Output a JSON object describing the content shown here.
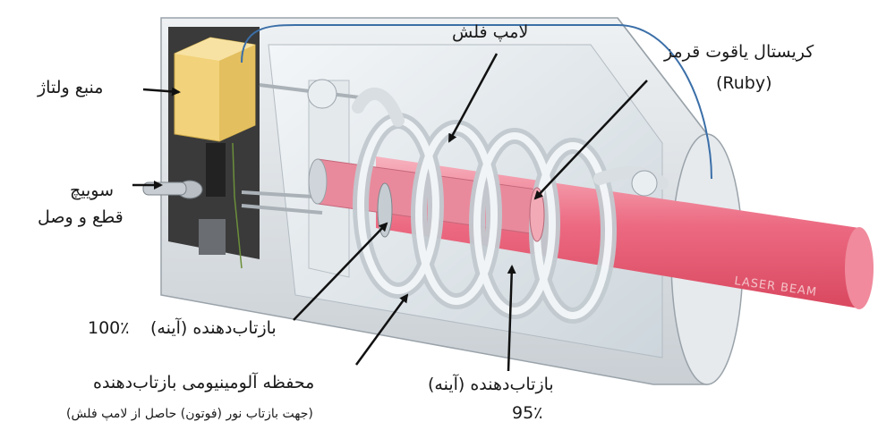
{
  "labels": {
    "voltage_source": "منبع ولتاژ",
    "switch_line1": "سوییچ",
    "switch_line2": "قطع و وصل",
    "flash_lamp": "لامپ فلش",
    "ruby_crystal": "کریستال یاقوت قرمز",
    "ruby_en": "(Ruby)",
    "mirror_100_text": "بازتاب‌دهنده (آینه)",
    "mirror_100_percent": "100٪",
    "housing_line1": "محفظه آلومینیومی بازتاب‌دهنده",
    "housing_line2": "(جهت بازتاب نور (فوتون) حاصل از لامپ فلش)",
    "mirror_95_text": "بازتاب‌دهنده (آینه)",
    "mirror_95_percent": "95٪",
    "beam": "LASER BEAM"
  },
  "colors": {
    "beam": "#e8566f",
    "beam_light": "#f4a3b0",
    "housing": "#d9dde0",
    "housing_dark": "#3a3a3a",
    "voltage_box": "#f2d27a",
    "wire": "#3b6fa8",
    "arrow": "#111111"
  }
}
